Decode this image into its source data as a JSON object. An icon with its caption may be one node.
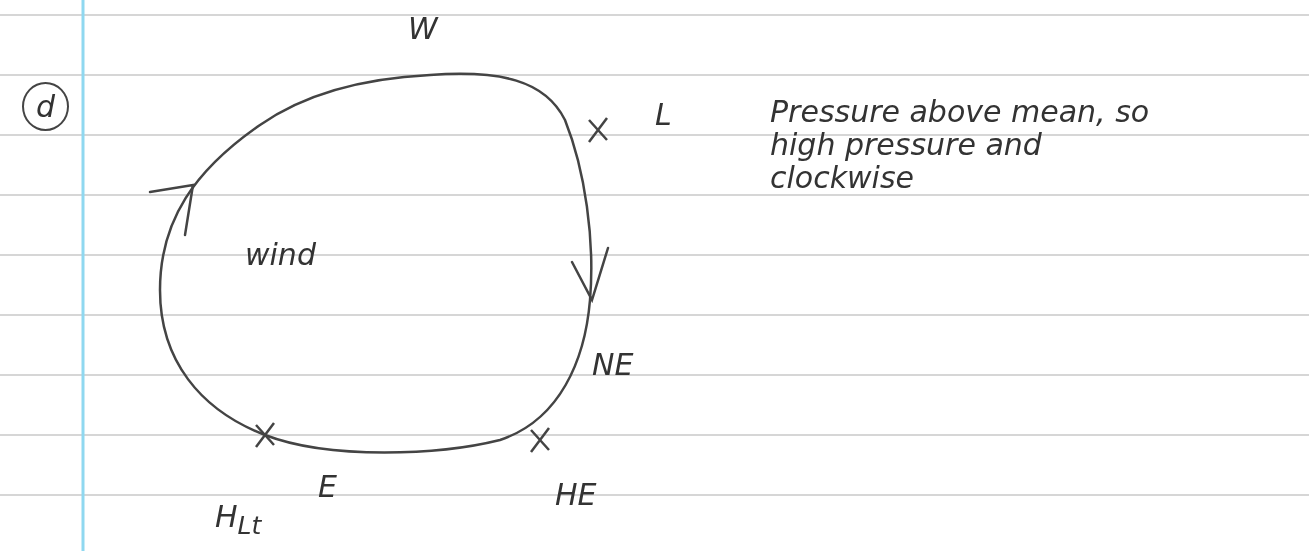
{
  "diagram": {
    "labels": [
      "d",
      "W",
      "L",
      "Pressure above mean, so high pressure and clockwise",
      "wind",
      "NE",
      "H$_{Lt}$",
      "E",
      "HE"
    ]
  }
}
